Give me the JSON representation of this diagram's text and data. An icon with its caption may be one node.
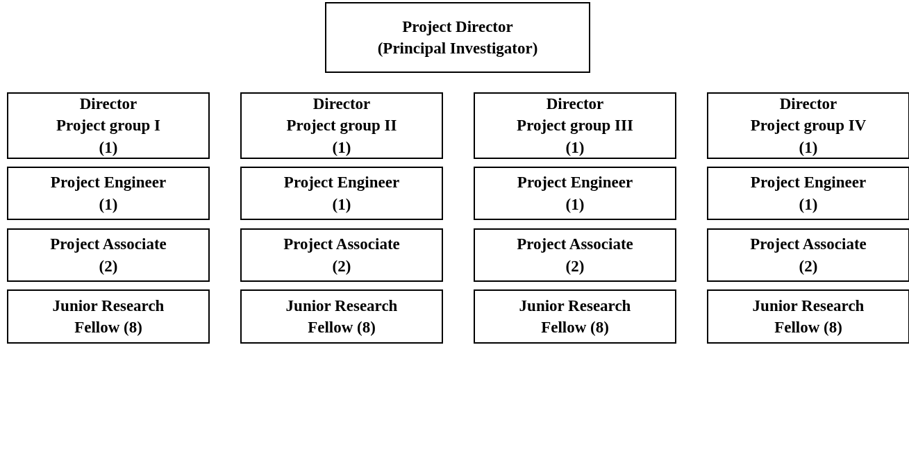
{
  "diagram": {
    "nodes": [
      {
        "text": [
          "Project Director",
          "(Principal Investigator)"
        ]
      },
      {
        "text": [
          "Director",
          "Project group I",
          "(1)"
        ]
      },
      {
        "text": [
          "Director",
          "Project group II",
          "(1)"
        ]
      },
      {
        "text": [
          "Director",
          "Project group III",
          "(1)"
        ]
      },
      {
        "text": [
          "Director",
          "Project group IV",
          "(1)"
        ]
      },
      {
        "text": [
          "Project Engineer",
          "(1)"
        ]
      },
      {
        "text": [
          "Project Engineer",
          "(1)"
        ]
      },
      {
        "text": [
          "Project Engineer",
          "(1)"
        ]
      },
      {
        "text": [
          "Project Engineer",
          "(1)"
        ]
      },
      {
        "text": [
          "Project Associate",
          "(2)"
        ]
      },
      {
        "text": [
          "Project Associate",
          "(2)"
        ]
      },
      {
        "text": [
          "Project Associate",
          "(2)"
        ]
      },
      {
        "text": [
          "Project Associate",
          "(2)"
        ]
      },
      {
        "text": [
          "Junior Research Fellow (8)"
        ]
      },
      {
        "text": [
          "Junior Research Fellow (8)"
        ]
      },
      {
        "text": [
          "Junior Research Fellow (8)"
        ]
      },
      {
        "text": [
          "Junior Research Fellow (8)"
        ]
      }
    ]
  }
}
